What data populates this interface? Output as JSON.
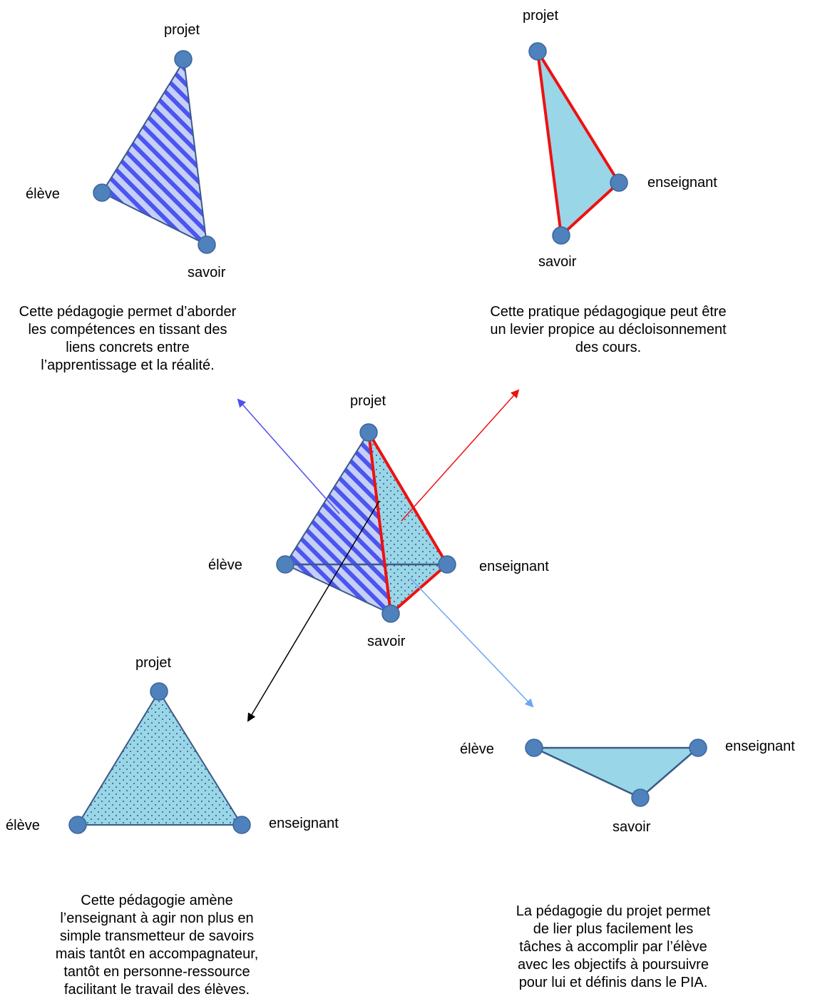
{
  "node_labels": {
    "projet": "projet",
    "eleve": "élève",
    "savoir": "savoir",
    "enseignant": "enseignant"
  },
  "captions": {
    "top_left": "Cette pédagogie permet d’aborder\nles compétences en tissant des\nliens concrets entre\nl’apprentissage et la réalité.",
    "top_right": "Cette pratique pédagogique peut être\nun levier propice au décloisonnement\ndes cours.",
    "bottom_left": "Cette pédagogie amène\nl’enseignant à agir non plus en\nsimple transmetteur de savoirs\nmais tantôt en accompagnateur,\ntantôt en personne-ressource\nfacilitant le travail des élèves.",
    "bottom_right": "La pédagogie du projet permet\nde lier plus facilement les\ntâches à accomplir par l’élève\navec les objectifs à poursuivre\npour lui et définis dans le PIA."
  },
  "colors": {
    "node": "#4f81bd",
    "face_fill": "#99d6e8",
    "hatch": "#4b55f0",
    "red_edge": "#ee1111",
    "arrow_blue": "#4f4ff0",
    "arrow_red": "#ee1111",
    "arrow_black": "#000000",
    "arrow_lightblue": "#6aa6f2"
  }
}
